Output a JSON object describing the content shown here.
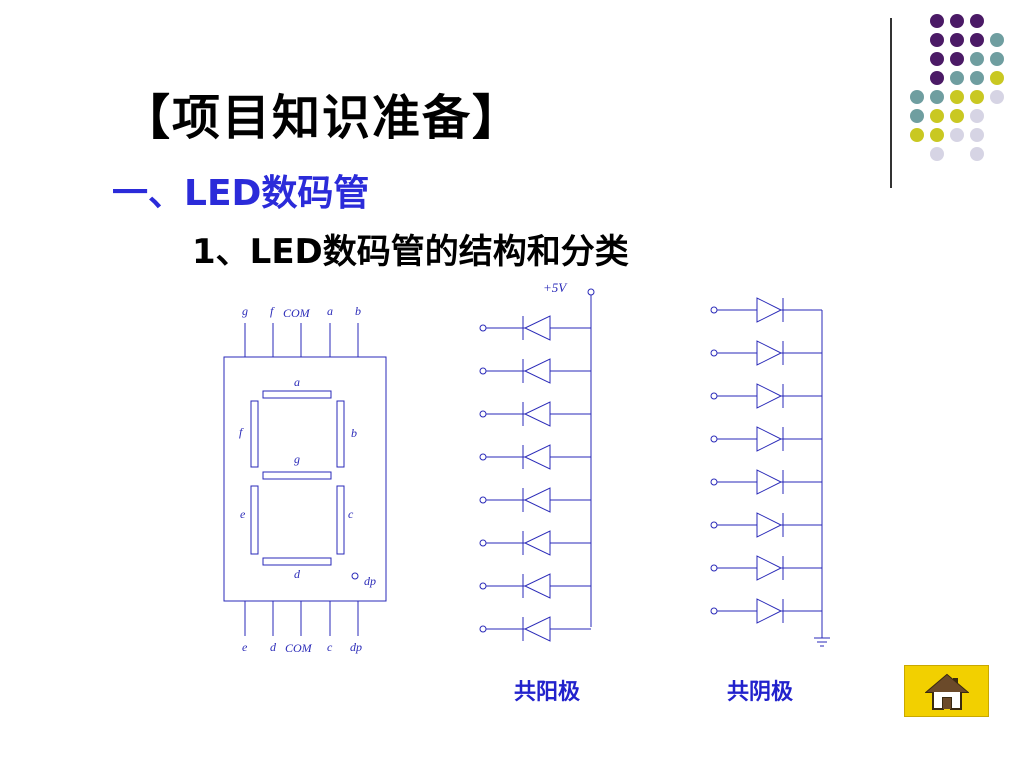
{
  "slide": {
    "title": "【项目知识准备】",
    "section_heading": "一、LED数码管",
    "subsection_heading": "1、LED数码管的结构和分类"
  },
  "seven_segment": {
    "top_pins": [
      "g",
      "f",
      "COM",
      "a",
      "b"
    ],
    "bottom_pins": [
      "e",
      "d",
      "COM",
      "c",
      "dp"
    ],
    "segment_labels": {
      "a": "a",
      "b": "b",
      "c": "c",
      "d": "d",
      "e": "e",
      "f": "f",
      "g": "g",
      "dp": "dp"
    }
  },
  "common_anode": {
    "supply_label": "+5V",
    "diode_count": 8,
    "caption": "共阳极"
  },
  "common_cathode": {
    "diode_count": 8,
    "caption": "共阴极"
  },
  "decor": {
    "dot_colors": {
      "purple": "#4b1a66",
      "teal": "#6f9ea0",
      "yellow": "#c9c822",
      "lavender": "#d6d4e4"
    }
  },
  "home_button": {
    "icon": "home-icon",
    "color": "#f2d000"
  }
}
